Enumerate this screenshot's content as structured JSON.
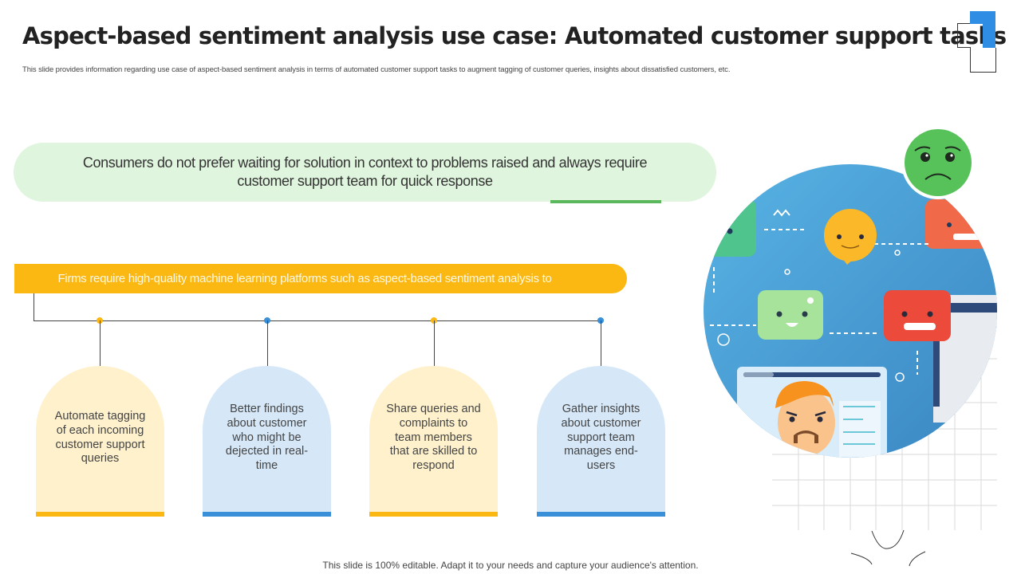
{
  "header": {
    "title": "Aspect-based sentiment analysis use case: Automated customer support tasks",
    "subtitle": "This slide provides information regarding use case of aspect-based sentiment analysis in terms of automated customer support tasks to augment tagging of customer queries, insights about dissatisfied customers, etc."
  },
  "info_pill": {
    "text": "Consumers do not prefer waiting for solution in context to problems raised and always require customer support team for quick response"
  },
  "banner": {
    "text": "Firms require high-quality machine learning platforms such as aspect-based sentiment analysis to"
  },
  "cards": [
    {
      "text": "Automate tagging of each incoming customer support queries",
      "theme": "yellow"
    },
    {
      "text": "Better findings about customer who might be dejected in real-time",
      "theme": "blue"
    },
    {
      "text": "Share queries and complaints to team members that are skilled to respond",
      "theme": "yellow"
    },
    {
      "text": "Gather insights about customer support team manages end-users",
      "theme": "blue"
    }
  ],
  "colors": {
    "yellow": "#fbb812",
    "blue": "#3a8fd9",
    "green_accent": "#5cb85c",
    "pill_bg": "#dff5dd",
    "card_yellow": "#fef1cc",
    "card_blue": "#d6e8f8"
  },
  "footer": {
    "text": "This slide is 100% editable. Adapt it to your needs and capture your audience's attention."
  }
}
